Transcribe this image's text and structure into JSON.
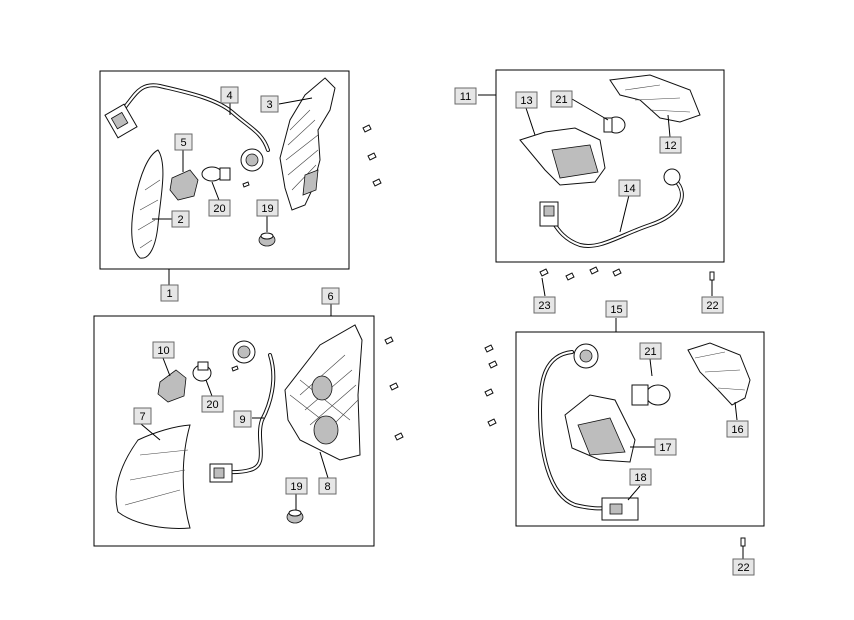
{
  "diagram": {
    "labels": {
      "p1": "1",
      "p2": "2",
      "p3": "3",
      "p4": "4",
      "p5": "5",
      "p6": "6",
      "p7": "7",
      "p8": "8",
      "p9": "9",
      "p10": "10",
      "p11": "11",
      "p12": "12",
      "p13": "13",
      "p14": "14",
      "p15": "15",
      "p16": "16",
      "p17": "17",
      "p18": "18",
      "p19a": "19",
      "p19b": "19",
      "p20a": "20",
      "p20b": "20",
      "p21a": "21",
      "p21b": "21",
      "p22a": "22",
      "p22b": "22",
      "p23": "23"
    }
  }
}
